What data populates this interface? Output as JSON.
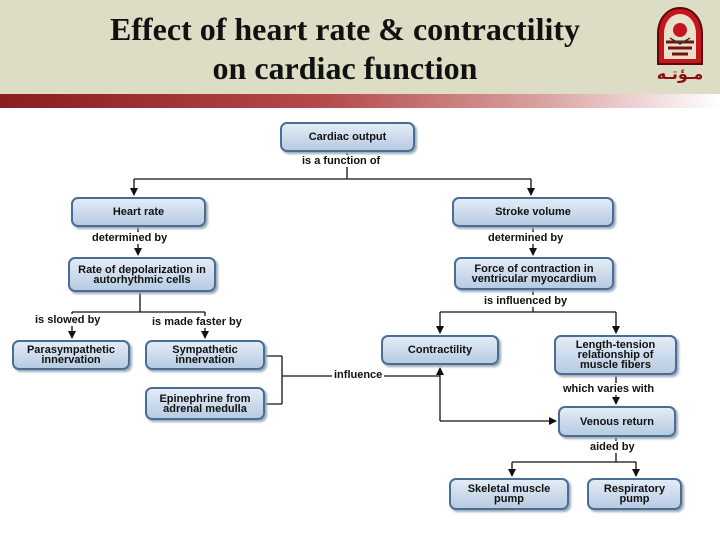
{
  "title": {
    "line1": "Effect of heart rate & contractility",
    "line2": "on cardiac function"
  },
  "logo": {
    "text": "مـؤتـه"
  },
  "boxes": {
    "cardiac_output": "Cardiac output",
    "heart_rate": "Heart rate",
    "stroke_volume": "Stroke volume",
    "rate_of_depolarization": "Rate of depolarization in autorhythmic cells",
    "force_of_contraction": "Force of contraction in ventricular myocardium",
    "parasympathetic": "Parasympathetic innervation",
    "sympathetic": "Sympathetic innervation",
    "epinephrine": "Epinephrine from adrenal medulla",
    "contractility": "Contractility",
    "length_tension": "Length-tension relationship of muscle fibers",
    "venous_return": "Venous return",
    "skeletal_muscle_pump": "Skeletal muscle pump",
    "respiratory_pump": "Respiratory pump"
  },
  "labels": {
    "is_function_of": "is a function of",
    "determined_by_left": "determined by",
    "determined_by_right": "determined by",
    "is_influenced_by": "is influenced by",
    "is_slowed_by": "is slowed by",
    "is_made_faster_by": "is made faster by",
    "influence": "influence",
    "which_varies_with": "which varies with",
    "aided_by": "aided by"
  },
  "colors": {
    "header_bg": "#ddddc5",
    "header_bar": "#8a1d1d",
    "box_border": "#4a6d94",
    "box_fill_top": "#e3ecf6",
    "box_fill_bottom": "#b7cbe2",
    "logo_red": "#c4161c"
  }
}
